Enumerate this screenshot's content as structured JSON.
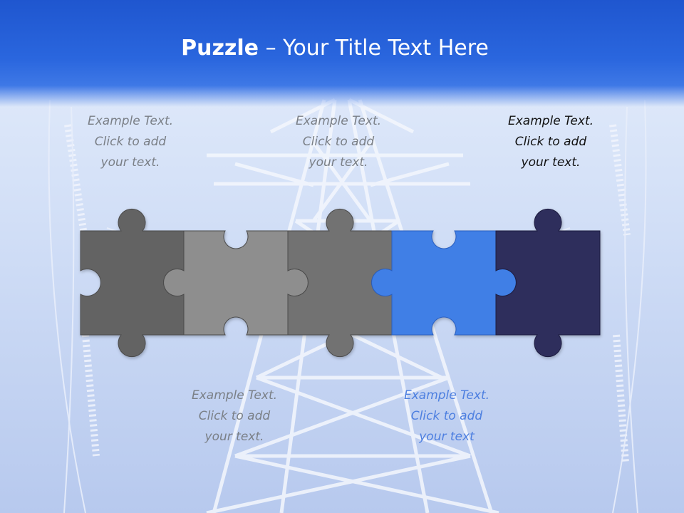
{
  "slide": {
    "title_bold": "Puzzle",
    "title_rest": " – Your Title Text Here"
  },
  "captions": {
    "top_left": "Example Text.\nClick  to add\nyour text.",
    "top_middle": "Example Text.\nClick  to add\nyour text.",
    "top_right": "Example Text.\nClick  to add\nyour text.",
    "bottom_left": "Example Text.\nClick  to add\nyour text.",
    "bottom_right": "Example Text.\nClick  to add\nyour text"
  },
  "colors": {
    "title_bar": "#2a66de",
    "piece_1": "#636363",
    "piece_2": "#8e8e8e",
    "piece_3": "#727272",
    "piece_4": "#3f7fe6",
    "piece_5": "#2e2d5c"
  }
}
